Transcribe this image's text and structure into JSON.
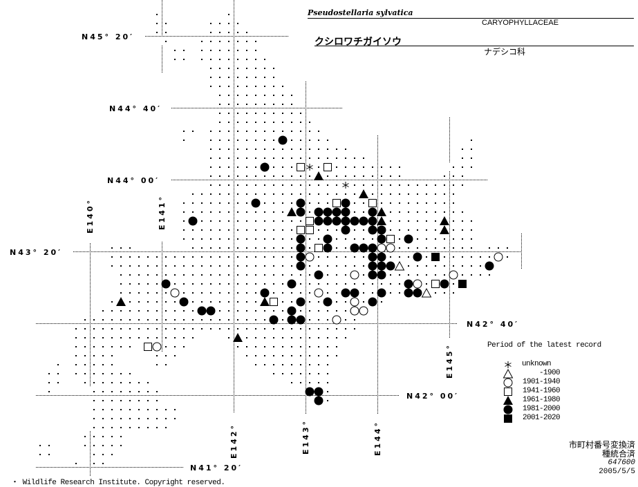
{
  "header": {
    "scientific_name": "Pseudostellaria sylvatica",
    "family_latin": "CARYOPHYLLACEAE",
    "japanese_name": "クシロワチガイソウ",
    "family_japanese": "ナデシコ科"
  },
  "latitude_labels": [
    "N45° 20′",
    "N44° 40′",
    "N44° 00′",
    "N43° 20′",
    "N42° 40′",
    "N42° 00′",
    "N41° 20′"
  ],
  "longitude_labels": [
    "E140°",
    "E141°",
    "E142°",
    "E143°",
    "E144°",
    "E145°"
  ],
  "legend": {
    "title": "Period of the latest record",
    "items": [
      {
        "symbol": "U",
        "label": "unknown"
      },
      {
        "symbol": "A",
        "label": "-1900"
      },
      {
        "symbol": "O",
        "label": "1901-1940"
      },
      {
        "symbol": "S",
        "label": "1941-1960"
      },
      {
        "symbol": "T",
        "label": "1961-1980"
      },
      {
        "symbol": "F",
        "label": "1981-2000"
      },
      {
        "symbol": "Q",
        "label": "2001-2020"
      }
    ]
  },
  "stamp": {
    "line1": "市町村番号変換済",
    "line2": "種統合済",
    "code": "647600",
    "date": "2005/5/5"
  },
  "copyright": "・ Wildlife Research Institute. Copyright reserved.",
  "survey_mesh_rows": [
    [
      1,
      [
        [
          17,
          17
        ],
        [
          25,
          25
        ]
      ]
    ],
    [
      2,
      [
        [
          17,
          18
        ],
        [
          23,
          26
        ]
      ]
    ],
    [
      3,
      [
        [
          17,
          18
        ],
        [
          23,
          27
        ]
      ]
    ],
    [
      4,
      [
        [
          18,
          18
        ],
        [
          22,
          28
        ]
      ]
    ],
    [
      5,
      [
        [
          19,
          20
        ],
        [
          22,
          28
        ]
      ]
    ],
    [
      6,
      [
        [
          19,
          20
        ],
        [
          22,
          29
        ]
      ]
    ],
    [
      7,
      [
        [
          23,
          30
        ]
      ]
    ],
    [
      8,
      [
        [
          23,
          30
        ]
      ]
    ],
    [
      9,
      [
        [
          23,
          31
        ]
      ]
    ],
    [
      10,
      [
        [
          24,
          32
        ]
      ]
    ],
    [
      11,
      [
        [
          24,
          32
        ]
      ]
    ],
    [
      12,
      [
        [
          24,
          33
        ]
      ]
    ],
    [
      13,
      [
        [
          24,
          34
        ]
      ]
    ],
    [
      14,
      [
        [
          20,
          21
        ],
        [
          23,
          35
        ]
      ]
    ],
    [
      15,
      [
        [
          20,
          20
        ],
        [
          23,
          36
        ],
        [
          52,
          52
        ]
      ]
    ],
    [
      16,
      [
        [
          23,
          38
        ],
        [
          51,
          52
        ]
      ]
    ],
    [
      17,
      [
        [
          23,
          40
        ],
        [
          51,
          52
        ]
      ]
    ],
    [
      18,
      [
        [
          23,
          44
        ],
        [
          50,
          52
        ]
      ]
    ],
    [
      19,
      [
        [
          23,
          44
        ],
        [
          49,
          51
        ]
      ]
    ],
    [
      20,
      [
        [
          23,
          51
        ]
      ]
    ],
    [
      21,
      [
        [
          21,
          50
        ]
      ]
    ],
    [
      22,
      [
        [
          20,
          50
        ]
      ]
    ],
    [
      23,
      [
        [
          20,
          51
        ]
      ]
    ],
    [
      24,
      [
        [
          20,
          52
        ]
      ]
    ],
    [
      25,
      [
        [
          20,
          52
        ]
      ]
    ],
    [
      26,
      [
        [
          20,
          52
        ]
      ]
    ],
    [
      27,
      [
        [
          12,
          14
        ],
        [
          21,
          52
        ],
        [
          54,
          56
        ]
      ]
    ],
    [
      28,
      [
        [
          12,
          56
        ]
      ]
    ],
    [
      29,
      [
        [
          12,
          54
        ]
      ]
    ],
    [
      30,
      [
        [
          13,
          54
        ]
      ]
    ],
    [
      31,
      [
        [
          13,
          51
        ]
      ]
    ],
    [
      32,
      [
        [
          13,
          50
        ]
      ]
    ],
    [
      33,
      [
        [
          12,
          42
        ]
      ]
    ],
    [
      34,
      [
        [
          11,
          40
        ]
      ]
    ],
    [
      35,
      [
        [
          9,
          39
        ]
      ]
    ],
    [
      36,
      [
        [
          8,
          39
        ]
      ]
    ],
    [
      37,
      [
        [
          8,
          21
        ],
        [
          25,
          38
        ]
      ]
    ],
    [
      38,
      [
        [
          8,
          14
        ],
        [
          16,
          20
        ],
        [
          26,
          37
        ]
      ]
    ],
    [
      39,
      [
        [
          8,
          12
        ],
        [
          17,
          19
        ],
        [
          27,
          37
        ]
      ]
    ],
    [
      40,
      [
        [
          6,
          6
        ],
        [
          8,
          12
        ],
        [
          17,
          18
        ],
        [
          28,
          36
        ]
      ]
    ],
    [
      41,
      [
        [
          5,
          6
        ],
        [
          8,
          14
        ],
        [
          30,
          36
        ]
      ]
    ],
    [
      42,
      [
        [
          5,
          6
        ],
        [
          9,
          16
        ],
        [
          32,
          36
        ]
      ]
    ],
    [
      43,
      [
        [
          5,
          5
        ],
        [
          10,
          17
        ],
        [
          34,
          36
        ]
      ]
    ],
    [
      44,
      [
        [
          10,
          17
        ],
        [
          35,
          36
        ]
      ]
    ],
    [
      45,
      [
        [
          10,
          19
        ]
      ]
    ],
    [
      46,
      [
        [
          10,
          19
        ]
      ]
    ],
    [
      47,
      [
        [
          10,
          18
        ]
      ]
    ],
    [
      48,
      [
        [
          9,
          13
        ]
      ]
    ],
    [
      49,
      [
        [
          4,
          5
        ],
        [
          9,
          13
        ]
      ]
    ],
    [
      50,
      [
        [
          4,
          5
        ],
        [
          10,
          12
        ]
      ]
    ],
    [
      51,
      [
        [
          8,
          8
        ],
        [
          10,
          11
        ]
      ]
    ]
  ],
  "records": [
    [
      31,
      15,
      "F"
    ],
    [
      29,
      18,
      "F"
    ],
    [
      33,
      18,
      "S"
    ],
    [
      34,
      18,
      "U"
    ],
    [
      36,
      18,
      "S"
    ],
    [
      35,
      19,
      "T"
    ],
    [
      38,
      20,
      "U"
    ],
    [
      40,
      21,
      "T"
    ],
    [
      28,
      22,
      "F"
    ],
    [
      33,
      22,
      "F"
    ],
    [
      37,
      22,
      "S"
    ],
    [
      38,
      22,
      "F"
    ],
    [
      41,
      22,
      "S"
    ],
    [
      32,
      23,
      "T"
    ],
    [
      33,
      23,
      "F"
    ],
    [
      35,
      23,
      "F"
    ],
    [
      36,
      23,
      "F"
    ],
    [
      37,
      23,
      "F"
    ],
    [
      38,
      23,
      "F"
    ],
    [
      41,
      23,
      "F"
    ],
    [
      42,
      23,
      "T"
    ],
    [
      21,
      24,
      "F"
    ],
    [
      34,
      24,
      "S"
    ],
    [
      35,
      24,
      "F"
    ],
    [
      36,
      24,
      "F"
    ],
    [
      37,
      24,
      "F"
    ],
    [
      38,
      24,
      "F"
    ],
    [
      39,
      24,
      "F"
    ],
    [
      40,
      24,
      "F"
    ],
    [
      41,
      24,
      "F"
    ],
    [
      42,
      24,
      "T"
    ],
    [
      49,
      24,
      "T"
    ],
    [
      33,
      25,
      "S"
    ],
    [
      34,
      25,
      "S"
    ],
    [
      38,
      25,
      "F"
    ],
    [
      41,
      25,
      "F"
    ],
    [
      42,
      25,
      "F"
    ],
    [
      49,
      25,
      "T"
    ],
    [
      33,
      26,
      "F"
    ],
    [
      36,
      26,
      "F"
    ],
    [
      42,
      26,
      "F"
    ],
    [
      43,
      26,
      "S"
    ],
    [
      45,
      26,
      "F"
    ],
    [
      33,
      27,
      "F"
    ],
    [
      35,
      27,
      "S"
    ],
    [
      36,
      27,
      "F"
    ],
    [
      39,
      27,
      "F"
    ],
    [
      40,
      27,
      "F"
    ],
    [
      41,
      27,
      "F"
    ],
    [
      42,
      27,
      "O"
    ],
    [
      43,
      27,
      "O"
    ],
    [
      33,
      28,
      "F"
    ],
    [
      34,
      28,
      "O"
    ],
    [
      41,
      28,
      "F"
    ],
    [
      42,
      28,
      "F"
    ],
    [
      46,
      28,
      "F"
    ],
    [
      48,
      28,
      "Q"
    ],
    [
      55,
      28,
      "O"
    ],
    [
      33,
      29,
      "F"
    ],
    [
      41,
      29,
      "F"
    ],
    [
      42,
      29,
      "F"
    ],
    [
      43,
      29,
      "F"
    ],
    [
      44,
      29,
      "A"
    ],
    [
      54,
      29,
      "F"
    ],
    [
      35,
      30,
      "F"
    ],
    [
      39,
      30,
      "O"
    ],
    [
      41,
      30,
      "F"
    ],
    [
      42,
      30,
      "F"
    ],
    [
      50,
      30,
      "O"
    ],
    [
      18,
      31,
      "F"
    ],
    [
      32,
      31,
      "F"
    ],
    [
      45,
      31,
      "F"
    ],
    [
      46,
      31,
      "O"
    ],
    [
      48,
      31,
      "S"
    ],
    [
      49,
      31,
      "F"
    ],
    [
      51,
      31,
      "Q"
    ],
    [
      19,
      32,
      "O"
    ],
    [
      29,
      32,
      "F"
    ],
    [
      35,
      32,
      "O"
    ],
    [
      38,
      32,
      "F"
    ],
    [
      39,
      32,
      "F"
    ],
    [
      42,
      32,
      "F"
    ],
    [
      45,
      32,
      "F"
    ],
    [
      46,
      32,
      "F"
    ],
    [
      47,
      32,
      "A"
    ],
    [
      13,
      33,
      "T"
    ],
    [
      20,
      33,
      "F"
    ],
    [
      29,
      33,
      "T"
    ],
    [
      30,
      33,
      "S"
    ],
    [
      33,
      33,
      "F"
    ],
    [
      36,
      33,
      "F"
    ],
    [
      39,
      33,
      "O"
    ],
    [
      41,
      33,
      "F"
    ],
    [
      22,
      34,
      "F"
    ],
    [
      23,
      34,
      "F"
    ],
    [
      32,
      34,
      "F"
    ],
    [
      39,
      34,
      "O"
    ],
    [
      40,
      34,
      "O"
    ],
    [
      30,
      35,
      "F"
    ],
    [
      32,
      35,
      "F"
    ],
    [
      33,
      35,
      "F"
    ],
    [
      37,
      35,
      "O"
    ],
    [
      26,
      37,
      "T"
    ],
    [
      16,
      38,
      "S"
    ],
    [
      17,
      38,
      "O"
    ],
    [
      34,
      43,
      "F"
    ],
    [
      35,
      43,
      "F"
    ],
    [
      35,
      44,
      "F"
    ]
  ]
}
